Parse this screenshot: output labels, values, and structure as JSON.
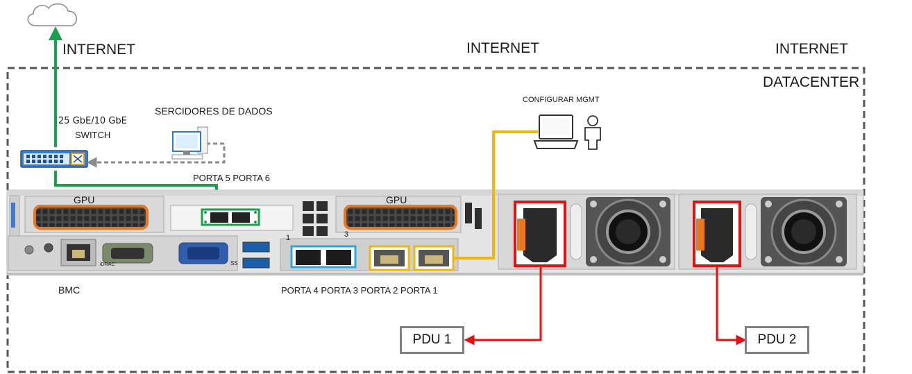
{
  "labels": {
    "internet_left": "INTERNET",
    "internet_center": "INTERNET",
    "internet_right": "INTERNET",
    "datacenter": "DATACENTER",
    "switch_line1": "25 GbE/10 GbE",
    "switch_line2": "SWITCH",
    "data_servers": "SERCIDORES DE DADOS",
    "configure_mgmt": "CONFIGURAR MGMT",
    "ports_5_6": "PORTA 5 PORTA 6",
    "ports_1_4": "PORTA 4 PORTA 3 PORTA 2 PORTA 1",
    "bmc": "BMC",
    "gpu_left": "GPU",
    "gpu_right": "GPU",
    "pdu1": "PDU 1",
    "pdu2": "PDU 2",
    "slot_1": "1",
    "slot_3": "3",
    "idrac": "iDRAC",
    "ss": "SS"
  },
  "colors": {
    "green_link": "#1aa04a",
    "yellow_link": "#f2b705",
    "red_power": "#e51010",
    "blue_sfp": "#29a8e0",
    "orange_gpu": "#e87722",
    "dashed_border": "#555555",
    "pdu_border": "#808080"
  },
  "icons": [
    "cloud-icon",
    "network-switch-icon",
    "desktop-computer-icon",
    "laptop-icon",
    "person-icon",
    "power-supply-icon",
    "fan-icon"
  ]
}
